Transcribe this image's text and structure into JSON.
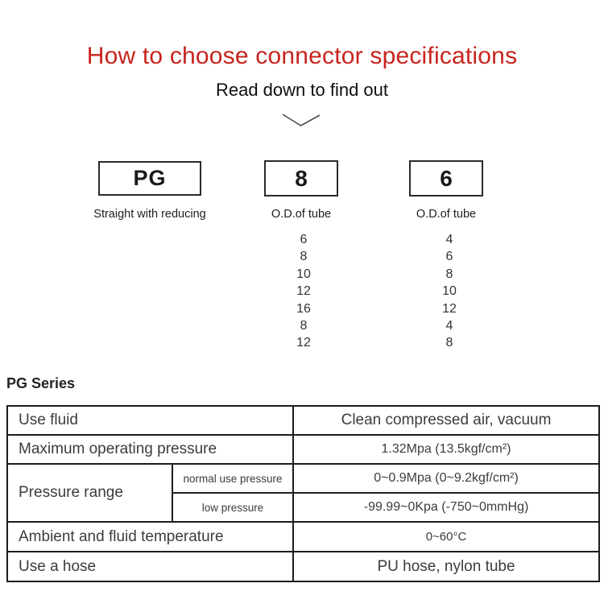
{
  "header": {
    "title": "How to choose connector specifications",
    "subtitle": "Read down to find out"
  },
  "selector": {
    "boxes": [
      {
        "code": "PG",
        "label": "Straight with reducing"
      },
      {
        "code": "8",
        "label": "O.D.of tube"
      },
      {
        "code": "6",
        "label": "O.D.of tube"
      }
    ],
    "tube_options": {
      "col_8": [
        "6",
        "8",
        "10",
        "12",
        "16",
        "8",
        "12"
      ],
      "col_6": [
        "4",
        "6",
        "8",
        "10",
        "12",
        "4",
        "8"
      ]
    }
  },
  "series": {
    "heading": "PG Series",
    "table": {
      "use_fluid": {
        "label": "Use fluid",
        "value": "Clean compressed air, vacuum"
      },
      "max_pressure": {
        "label": "Maximum operating pressure",
        "value": "1.32Mpa (13.5kgf/cm²)"
      },
      "pressure_range": {
        "label": "Pressure range",
        "normal": {
          "label": "normal use pressure",
          "value": "0~0.9Mpa (0~9.2kgf/cm²)"
        },
        "low": {
          "label": "low pressure",
          "value": "-99.99~0Kpa (-750~0mmHg)"
        }
      },
      "temperature": {
        "label": "Ambient and fluid temperature",
        "value": "0~60°C"
      },
      "hose": {
        "label": "Use a hose",
        "value": "PU hose, nylon tube"
      }
    }
  },
  "colors": {
    "accent_red": "#c8241e",
    "row_beige": "#f2e9da",
    "table_border": "#1d1d1d"
  }
}
